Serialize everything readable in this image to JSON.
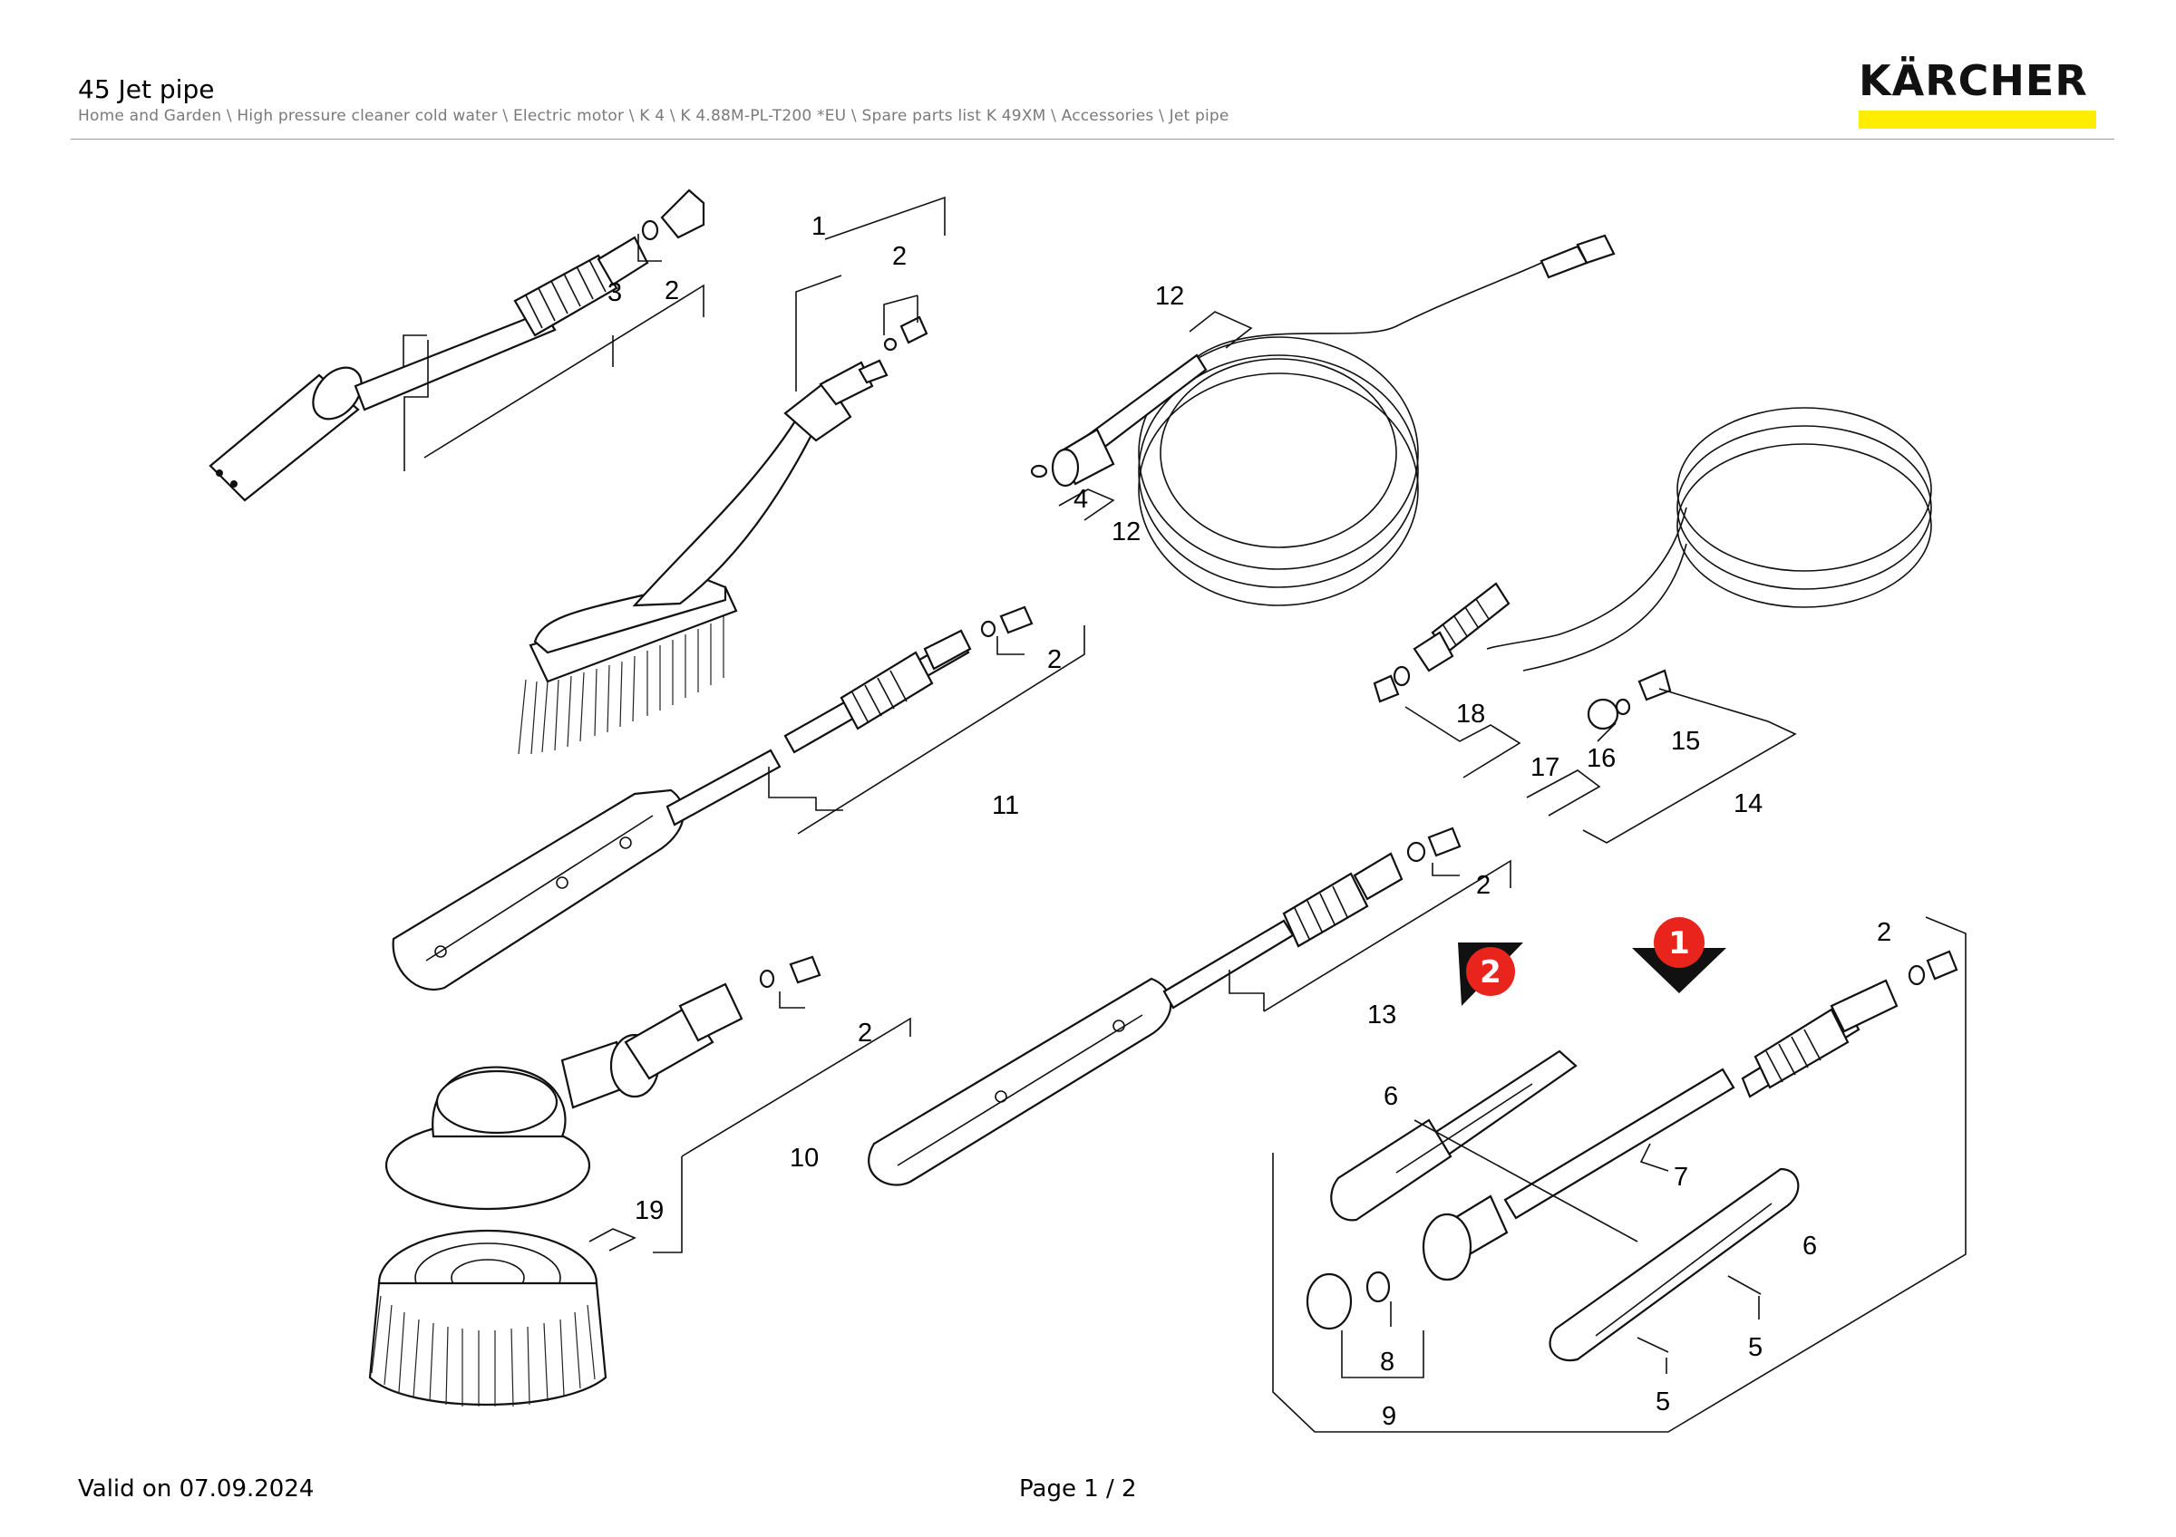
{
  "header": {
    "title": "45 Jet pipe",
    "breadcrumb": "Home and Garden \\ High pressure cleaner cold water \\ Electric motor \\ K 4 \\ K 4.88M-PL-T200 *EU \\ Spare parts list K 49XM \\ Accessories \\ Jet pipe",
    "brand": "KÄRCHER",
    "brand_accent": "#ffed00"
  },
  "diagram": {
    "labels": {
      "l1": "1",
      "l2a": "2",
      "l2b": "2",
      "l3": "3",
      "l12a": "12",
      "l4": "4",
      "l12b": "12",
      "l2c": "2",
      "l11": "11",
      "l18": "18",
      "l17": "17",
      "l16": "16",
      "l15": "15",
      "l14": "14",
      "l2d": "2",
      "l13": "13",
      "l2e": "2",
      "l10": "10",
      "l19": "19",
      "l2f": "2",
      "l6a": "6",
      "l7": "7",
      "l6b": "6",
      "l5a": "5",
      "l5b": "5",
      "l8": "8",
      "l9": "9"
    },
    "badges": {
      "b1": "1",
      "b2": "2",
      "badge_color": "#e8241c"
    }
  },
  "footer": {
    "valid": "Valid on 07.09.2024",
    "page": "Page 1 / 2"
  }
}
